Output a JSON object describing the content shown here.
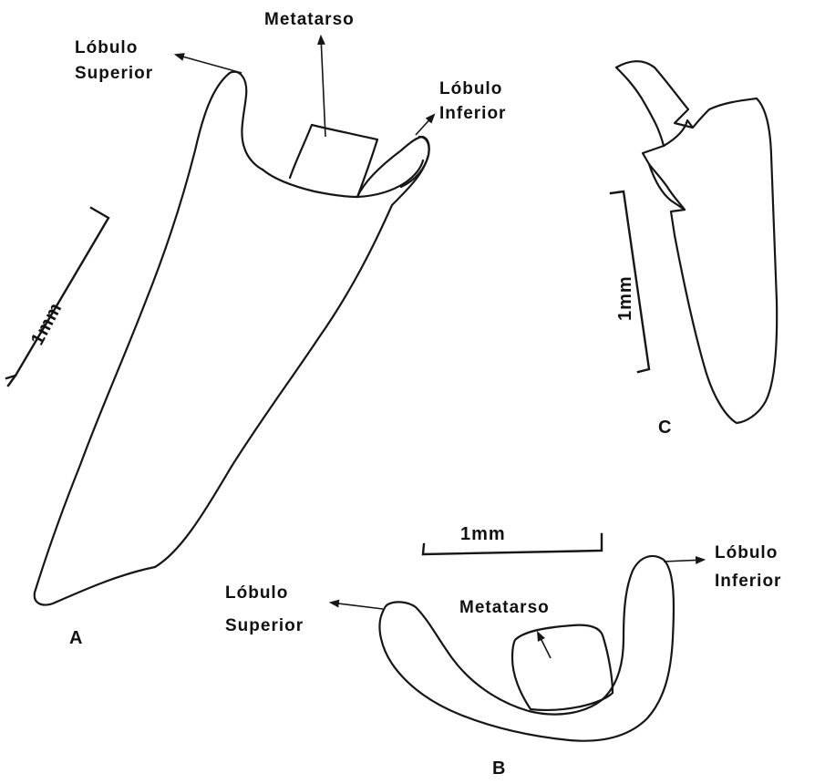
{
  "colors": {
    "ink": "#161616",
    "paper": "#ffffff"
  },
  "figure_a": {
    "panel_label": "A",
    "labels": {
      "lobulo_superior_1": "Lóbulo",
      "lobulo_superior_2": "Superior",
      "metatarso": "Metatarso",
      "lobulo_inferior_1": "Lóbulo",
      "lobulo_inferior_2": "Inferior"
    },
    "scale_bar": "1mm"
  },
  "figure_b": {
    "panel_label": "B",
    "labels": {
      "lobulo_superior_1": "Lóbulo",
      "lobulo_superior_2": "Superior",
      "metatarso": "Metatarso",
      "lobulo_inferior_1": "Lóbulo",
      "lobulo_inferior_2": "Inferior"
    },
    "scale_bar": "1mm"
  },
  "figure_c": {
    "panel_label": "C",
    "scale_bar": "1mm"
  }
}
